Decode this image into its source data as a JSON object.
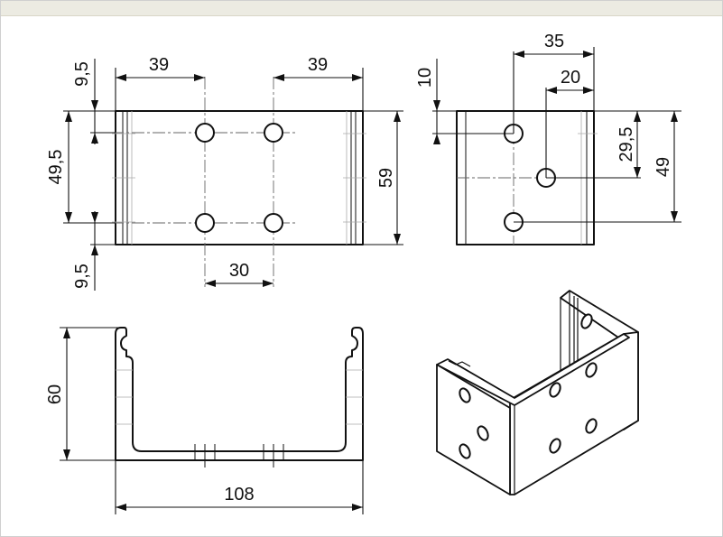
{
  "dimensions": {
    "front_top_left": "39",
    "front_top_right": "39",
    "front_side_top": "9,5",
    "front_side_middle": "49,5",
    "front_side_bottom": "9,5",
    "front_height": "59",
    "front_hole_spacing": "30",
    "side_top_edge": "10",
    "side_top_outer": "35",
    "side_top_inner": "20",
    "side_right_inner": "29,5",
    "side_right_outer": "49",
    "section_height": "60",
    "section_width": "108"
  }
}
